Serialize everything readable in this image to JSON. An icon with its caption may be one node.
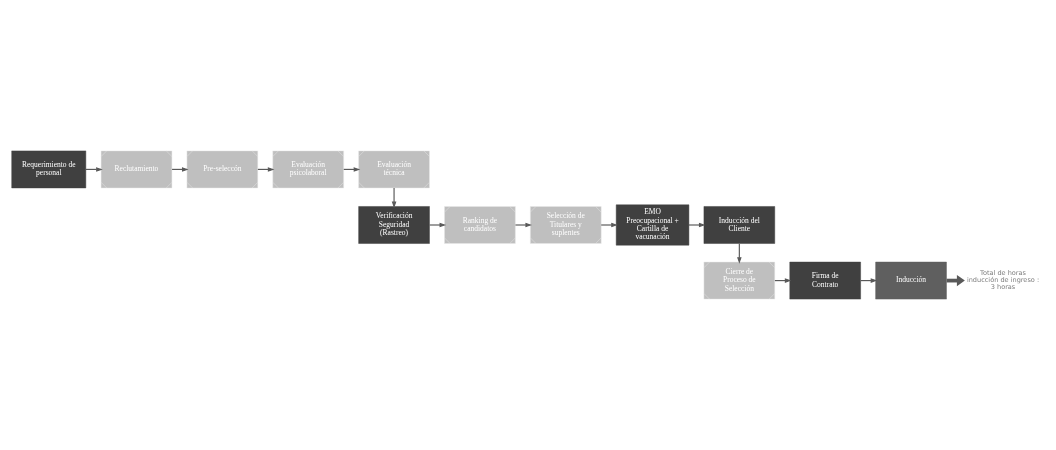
{
  "diagram": {
    "nodes": [
      {
        "text": [
          "Requerimiento de personal"
        ]
      },
      {
        "text": [
          "Reclutamiento"
        ]
      },
      {
        "text": [
          "Pre-seleccón"
        ]
      },
      {
        "text": [
          "Evaluación psicolaboral"
        ]
      },
      {
        "text": [
          "Evaluación técnica"
        ]
      },
      {
        "text": [
          "Verificación Seguridad (Rastreo)"
        ]
      },
      {
        "text": [
          "Ranking de candidatos"
        ]
      },
      {
        "text": [
          "Selección de Titulares y suplentes"
        ]
      },
      {
        "text": [
          "EMO Preocupacional + Cartilla de vacunación"
        ]
      },
      {
        "text": [
          "Inducción del Cliente"
        ]
      },
      {
        "text": [
          "Cierre de Proceso de Selección"
        ]
      },
      {
        "text": [
          "Firma de Contrato"
        ]
      },
      {
        "text": [
          "Inducción"
        ]
      },
      {
        "text": [
          "Total de horas inducción de ingreso : 3 horas"
        ]
      }
    ],
    "edges": [
      {
        "from": 0,
        "to": 1,
        "arrow": "to"
      },
      {
        "from": 1,
        "to": 2,
        "arrow": "to"
      },
      {
        "from": 2,
        "to": 3,
        "arrow": "to"
      },
      {
        "from": 3,
        "to": 4,
        "arrow": "to"
      },
      {
        "from": 4,
        "to": 5,
        "arrow": "to"
      },
      {
        "from": 5,
        "to": 6,
        "arrow": "to"
      },
      {
        "from": 6,
        "to": 7,
        "arrow": "to"
      },
      {
        "from": 7,
        "to": 8,
        "arrow": "to"
      },
      {
        "from": 8,
        "to": 9,
        "arrow": "to"
      },
      {
        "from": 9,
        "to": 10,
        "arrow": "to"
      },
      {
        "from": 10,
        "to": 11,
        "arrow": "to"
      },
      {
        "from": 11,
        "to": 12,
        "arrow": "to"
      },
      {
        "from": 12,
        "to": 13,
        "arrow": "to",
        "style": "thick"
      }
    ]
  }
}
